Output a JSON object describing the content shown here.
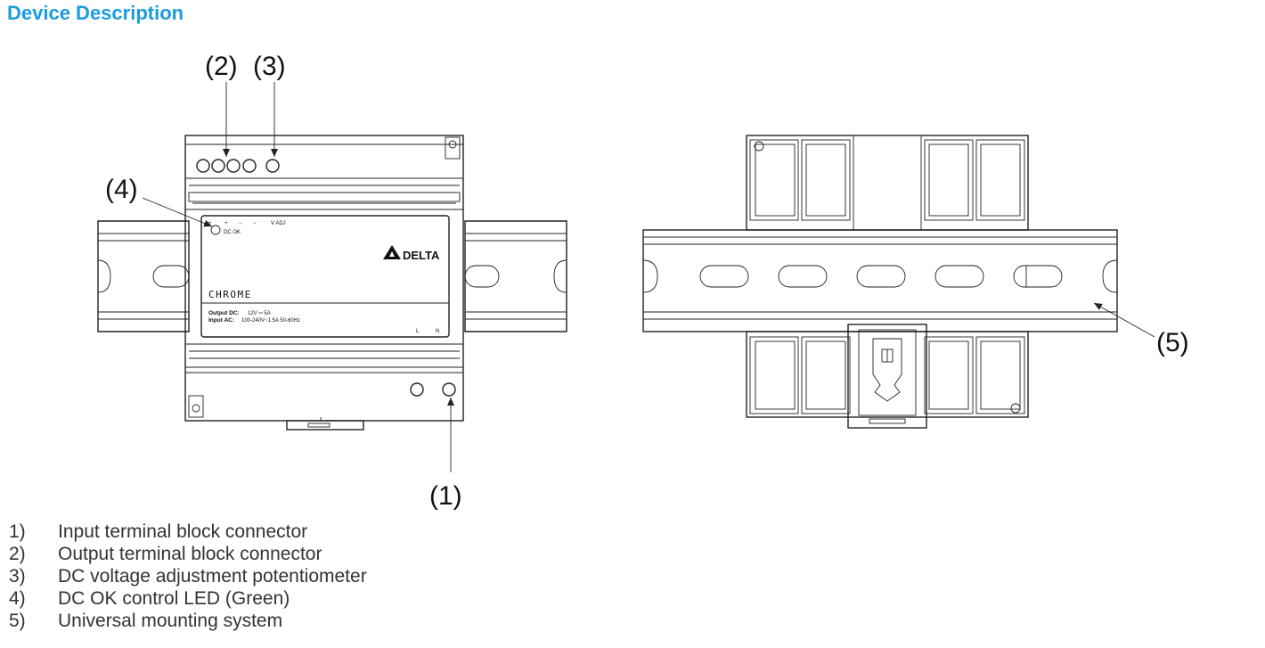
{
  "heading": "Device Description",
  "callouts": {
    "c1": "(1)",
    "c2": "(2)",
    "c3": "(3)",
    "c4": "(4)",
    "c5": "(5)"
  },
  "device_label": {
    "brand": "DELTA",
    "series": "CHROME",
    "led_label": "DC OK",
    "adj_label": "V ADJ",
    "output_line_label": "Output DC:",
    "output_line_value": "12V ═ 5A",
    "input_line_label": "Input AC:",
    "input_line_value": "100-240V~1.5A 50-60Hz",
    "terminal_L": "L",
    "terminal_N": "N",
    "plus1": "+",
    "plus2": "+",
    "minus1": "−",
    "minus2": "−"
  },
  "legend": [
    {
      "num": "1)",
      "text": "Input terminal block connector"
    },
    {
      "num": "2)",
      "text": "Output terminal block connector"
    },
    {
      "num": "3)",
      "text": "DC voltage adjustment potentiometer"
    },
    {
      "num": "4)",
      "text": "DC OK control LED (Green)"
    },
    {
      "num": "5)",
      "text": "Universal mounting system"
    }
  ]
}
